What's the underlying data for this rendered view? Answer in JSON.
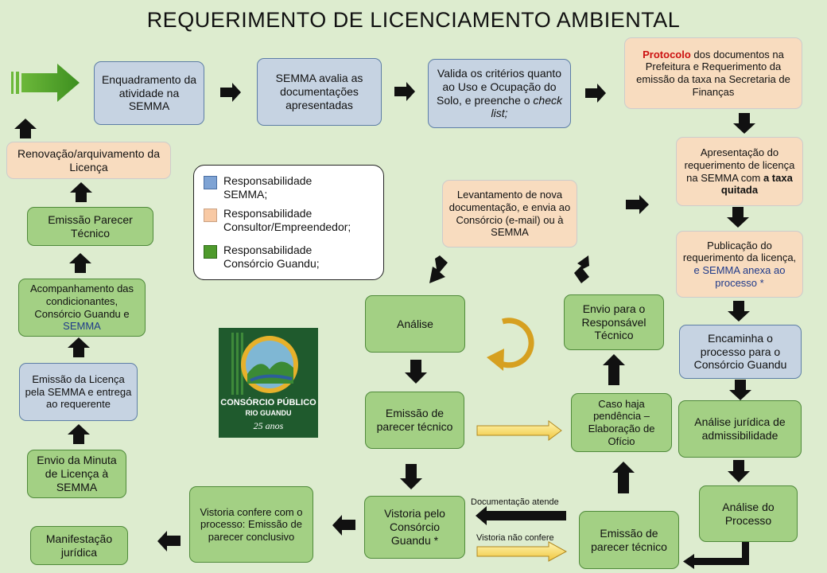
{
  "title": "REQUERIMENTO DE LICENCIAMENTO AMBIENTAL",
  "boxes": {
    "enquadramento": "Enquadramento da atividade na SEMMA",
    "semma_avalia": "SEMMA avalia as documentações apresentadas",
    "valida_a": "Valida os critérios quanto ao Uso e Ocupação do Solo, e preenche o ",
    "valida_b": "check list;",
    "protocolo_a": "Protocolo",
    "protocolo_b": " dos documentos na Prefeitura e Requerimento da emissão da taxa na Secretaria de Finanças",
    "apresentacao_a": "Apresentação do requerimento de licença na SEMMA com ",
    "apresentacao_b": "a taxa quitada",
    "publicacao_a": "Publicação do requerimento da licença, ",
    "publicacao_b": "e SEMMA anexa ao processo *",
    "encaminha": "Encaminha o processo para o Consórcio Guandu",
    "analise_juridica": "Análise jurídica de admissibilidade",
    "analise_processo": "Análise do Processo",
    "emissao_parecer_br": "Emissão de parecer técnico",
    "caso_haja": "Caso haja pendência – Elaboração de Ofício",
    "envio_responsavel": "Envio para o Responsável Técnico",
    "levantamento": "Levantamento de nova documentação, e envia ao Consórcio (e-mail) ou à SEMMA",
    "analise": "Análise",
    "emissao_parecer_mid": "Emissão de parecer técnico",
    "vistoria_consorcio": "Vistoria pelo Consórcio Guandu *",
    "vistoria_confere": "Vistoria confere com o processo: Emissão de parecer conclusivo",
    "manifestacao": "Manifestação jurídica",
    "envio_minuta": "Envio da Minuta de Licença à SEMMA",
    "emissao_licenca": "Emissão da Licença pela SEMMA e entrega ao requerente",
    "acompanhamento_a": "Acompanhamento das condicionantes, Consórcio Guandu e ",
    "acompanhamento_b": "SEMMA",
    "emissao_parecer_left": "Emissão Parecer Técnico",
    "renovacao": "Renovação/arquivamento da Licença"
  },
  "legend": {
    "semma": "Responsabilidade SEMMA;",
    "consultor": "Responsabilidade Consultor/Empreendedor;",
    "consorcio": "Responsabilidade Consórcio Guandu;"
  },
  "labels": {
    "documentacao_atende": "Documentação atende",
    "vistoria_nao_confere": "Vistoria não confere"
  },
  "logo": {
    "line1": "CONSÓRCIO PÚBLICO",
    "line2": "RIO GUANDU",
    "line3": "25 anos"
  },
  "colors": {
    "semma_blue": "#c6d3e2",
    "consultor_peach": "#f8dcbf",
    "consorcio_green": "#a3d084",
    "background": "#ddeccf",
    "highlight_red": "#cc1111",
    "semma_text_navy": "#1f3a8a"
  }
}
